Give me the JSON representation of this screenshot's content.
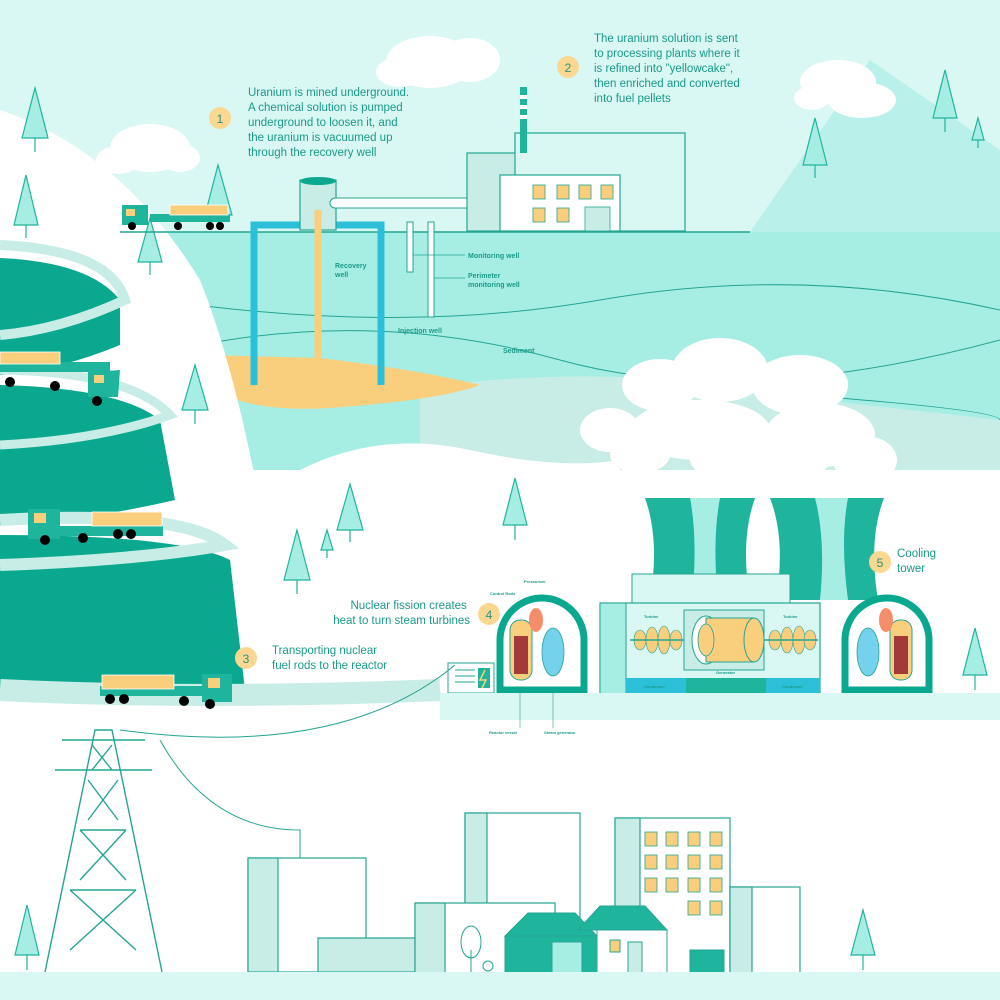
{
  "colors": {
    "sky": "#d9f7f3",
    "ground": "#a6eee4",
    "dark_teal": "#0aa88f",
    "mid_teal": "#1fb59d",
    "light_teal": "#c8ede7",
    "ore": "#f9cf7e",
    "pipe_blue": "#2bc0d8",
    "line": "#24a592",
    "badge": "#fbd891",
    "white": "#ffffff"
  },
  "steps": {
    "s1": {
      "num": "1",
      "lines": [
        "Uranium is mined underground.",
        "A chemical solution is pumped",
        "underground to loosen it, and",
        "the uranium is vacuumed up",
        "through the recovery well"
      ]
    },
    "s2": {
      "num": "2",
      "lines": [
        "The uranium solution is sent",
        "to processing plants where it",
        "is refined into \"yellowcake\",",
        "then enriched and converted",
        "into fuel pellets"
      ]
    },
    "s3": {
      "num": "3",
      "lines": [
        "Transporting nuclear",
        "fuel rods to the reactor"
      ]
    },
    "s4": {
      "num": "4",
      "lines": [
        "Nuclear fission creates",
        "heat to turn steam turbines"
      ]
    },
    "s5": {
      "num": "5",
      "lines": [
        "Cooling",
        "tower"
      ]
    }
  },
  "mine_labels": {
    "recovery_well": [
      "Recovery",
      "well"
    ],
    "monitoring_well": "Monitoring well",
    "perimeter_well": [
      "Perimeter",
      "monitoring well"
    ],
    "injection_well": "Injection well",
    "sediment": "Sediment"
  },
  "reactor_labels": {
    "pressurizer": "Pressurizer",
    "control_rods": "Control Rods",
    "turbine_left": "Turbine",
    "turbine_right": "Turbine",
    "condenser_left": "Condenser",
    "generator": "Generator",
    "condenser_right": "Condenser",
    "reactor_vessel": "Reactor vessel",
    "steam_generator": "Steam generator"
  }
}
